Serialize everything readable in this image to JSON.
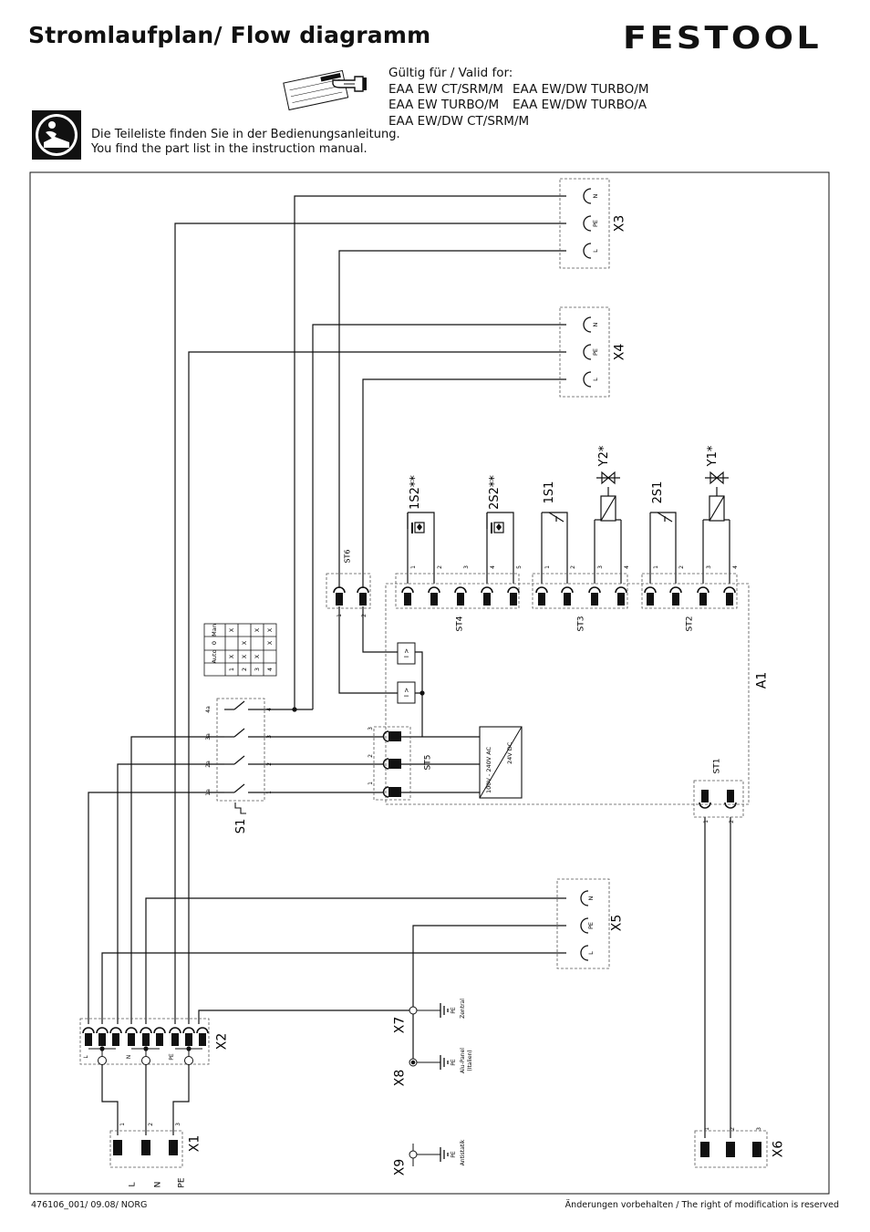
{
  "header": {
    "title": "Stromlaufplan/ Flow diagramm",
    "brand": "FESTOOL",
    "valid_for_label": "Gültig für / Valid for:",
    "valid_models": [
      [
        "EAA EW CT/SRM/M",
        "EAA EW/DW TURBO/M"
      ],
      [
        "EAA EW TURBO/M",
        "EAA EW/DW TURBO/A"
      ],
      [
        "EAA EW/DW CT/SRM/M",
        ""
      ]
    ],
    "part_list_de": "Die Teileliste finden Sie in der Bedienungsanleitung.",
    "part_list_en": "You find the part list in the instruction manual."
  },
  "diagram": {
    "sockets": {
      "X3": {
        "label": "X3",
        "pins": [
          "N",
          "PE",
          "L"
        ]
      },
      "X4": {
        "label": "X4",
        "pins": [
          "N",
          "PE",
          "L"
        ]
      },
      "X5": {
        "label": "X5",
        "pins": [
          "N",
          "PE",
          "L"
        ]
      }
    },
    "components": {
      "s1_2": "1S2**",
      "s2_2": "2S2**",
      "s1_1": "1S1",
      "s2_1": "2S1",
      "y2": "Y2*",
      "y1": "Y1*",
      "st1": "ST1",
      "st2": "ST2",
      "st3": "ST3",
      "st4": "ST4",
      "st5": "ST5",
      "st6": "ST6",
      "a1": "A1",
      "s1": "S1",
      "x1": "X1",
      "x2": "X2",
      "x6": "X6",
      "x7": "X7",
      "x8": "X8",
      "x9": "X9"
    },
    "pin_numbers": {
      "p1": "1",
      "p2": "2",
      "p3": "3",
      "p4": "4",
      "p5": "5",
      "p1a": "1a",
      "p2a": "2a",
      "p3a": "3a",
      "p4a": "4a"
    },
    "x2_labels": {
      "l": "L",
      "n": "N",
      "pe": "PE"
    },
    "x1_labels": {
      "l": "L",
      "n": "N",
      "pe": "PE"
    },
    "power_supply": {
      "input": "100V - 240V AC",
      "output": "24V DC"
    },
    "relay_label": "I >",
    "ground_labels": {
      "x7_1": "PE",
      "x7_2": "Zentral",
      "x8_1": "PE",
      "x8_2": "Alu-Panel",
      "x8_3": "(Italien)",
      "x9_1": "PE",
      "x9_2": "Antistatik"
    },
    "switch_table": {
      "header": [
        "Man",
        "0",
        "Auto"
      ],
      "rows": [
        [
          "1",
          "X",
          "",
          "X"
        ],
        [
          "2",
          "",
          "X",
          "X"
        ],
        [
          "3",
          "X",
          "",
          "X"
        ],
        [
          "4",
          "X",
          "X",
          ""
        ]
      ]
    }
  },
  "footer": {
    "doc_code": "476106_001/ 09.08/ NORG",
    "rights": "Änderungen vorbehalten / The right of modification is reserved"
  }
}
